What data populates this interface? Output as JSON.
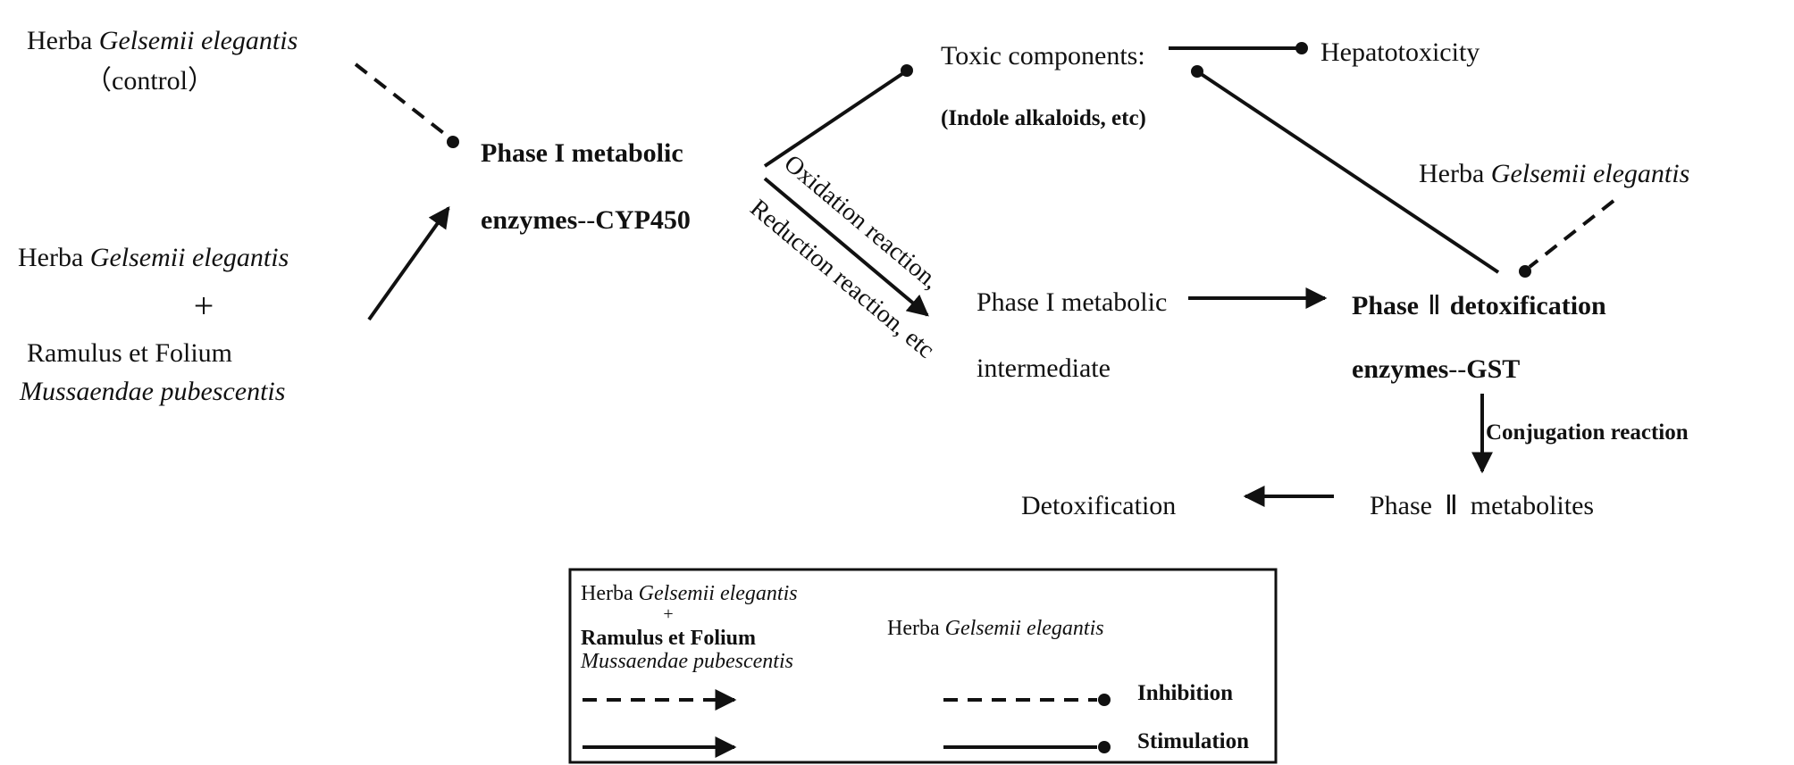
{
  "nodes": {
    "control_line1_pre": "Herba ",
    "control_line1_it": "Gelsemii elegantis",
    "control_line2": "（control）",
    "combo_line1_pre": "Herba ",
    "combo_line1_it": "Gelsemii elegantis",
    "combo_plus": "+",
    "combo_line3": "Ramulus et Folium",
    "combo_line4": "Mussaendae pubescentis",
    "phase1_line1": "Phase I metabolic",
    "phase1_line2_a": "enzymes",
    "phase1_line2_b": "--",
    "phase1_line2_c": "CYP450",
    "toxic_line1": "Toxic components:",
    "toxic_line2": "(Indole alkaloids, etc)",
    "hepatotoxicity": "Hepatotoxicity",
    "herba_right_pre": "Herba ",
    "herba_right_it": "Gelsemii elegantis",
    "oxidation_label": "Oxidation reaction,",
    "reduction_label": "Reduction reaction, etc",
    "intermediate_line1": "Phase I metabolic",
    "intermediate_line2": "intermediate",
    "phase2_line1_a": "Phase",
    "phase2_line1_b": "Ⅱ",
    "phase2_line1_c": "detoxification",
    "phase2_line2_a": "enzymes",
    "phase2_line2_b": "--",
    "phase2_line2_c": "GST",
    "conjugation_label": "Conjugation reaction",
    "metabolites_a": "Phase",
    "metabolites_b": "Ⅱ",
    "metabolites_c": "metabolites",
    "detoxification": "Detoxification"
  },
  "legend": {
    "combo_line1_pre": "Herba ",
    "combo_line1_it": "Gelsemii elegantis",
    "combo_plus": "+",
    "combo_line3": "Ramulus et Folium",
    "combo_line4": "Mussaendae pubescentis",
    "single_pre": "Herba ",
    "single_it": "Gelsemii elegantis",
    "inhibition": "Inhibition",
    "stimulation": "Stimulation"
  },
  "colors": {
    "ink": "#111111",
    "background": "#ffffff"
  }
}
